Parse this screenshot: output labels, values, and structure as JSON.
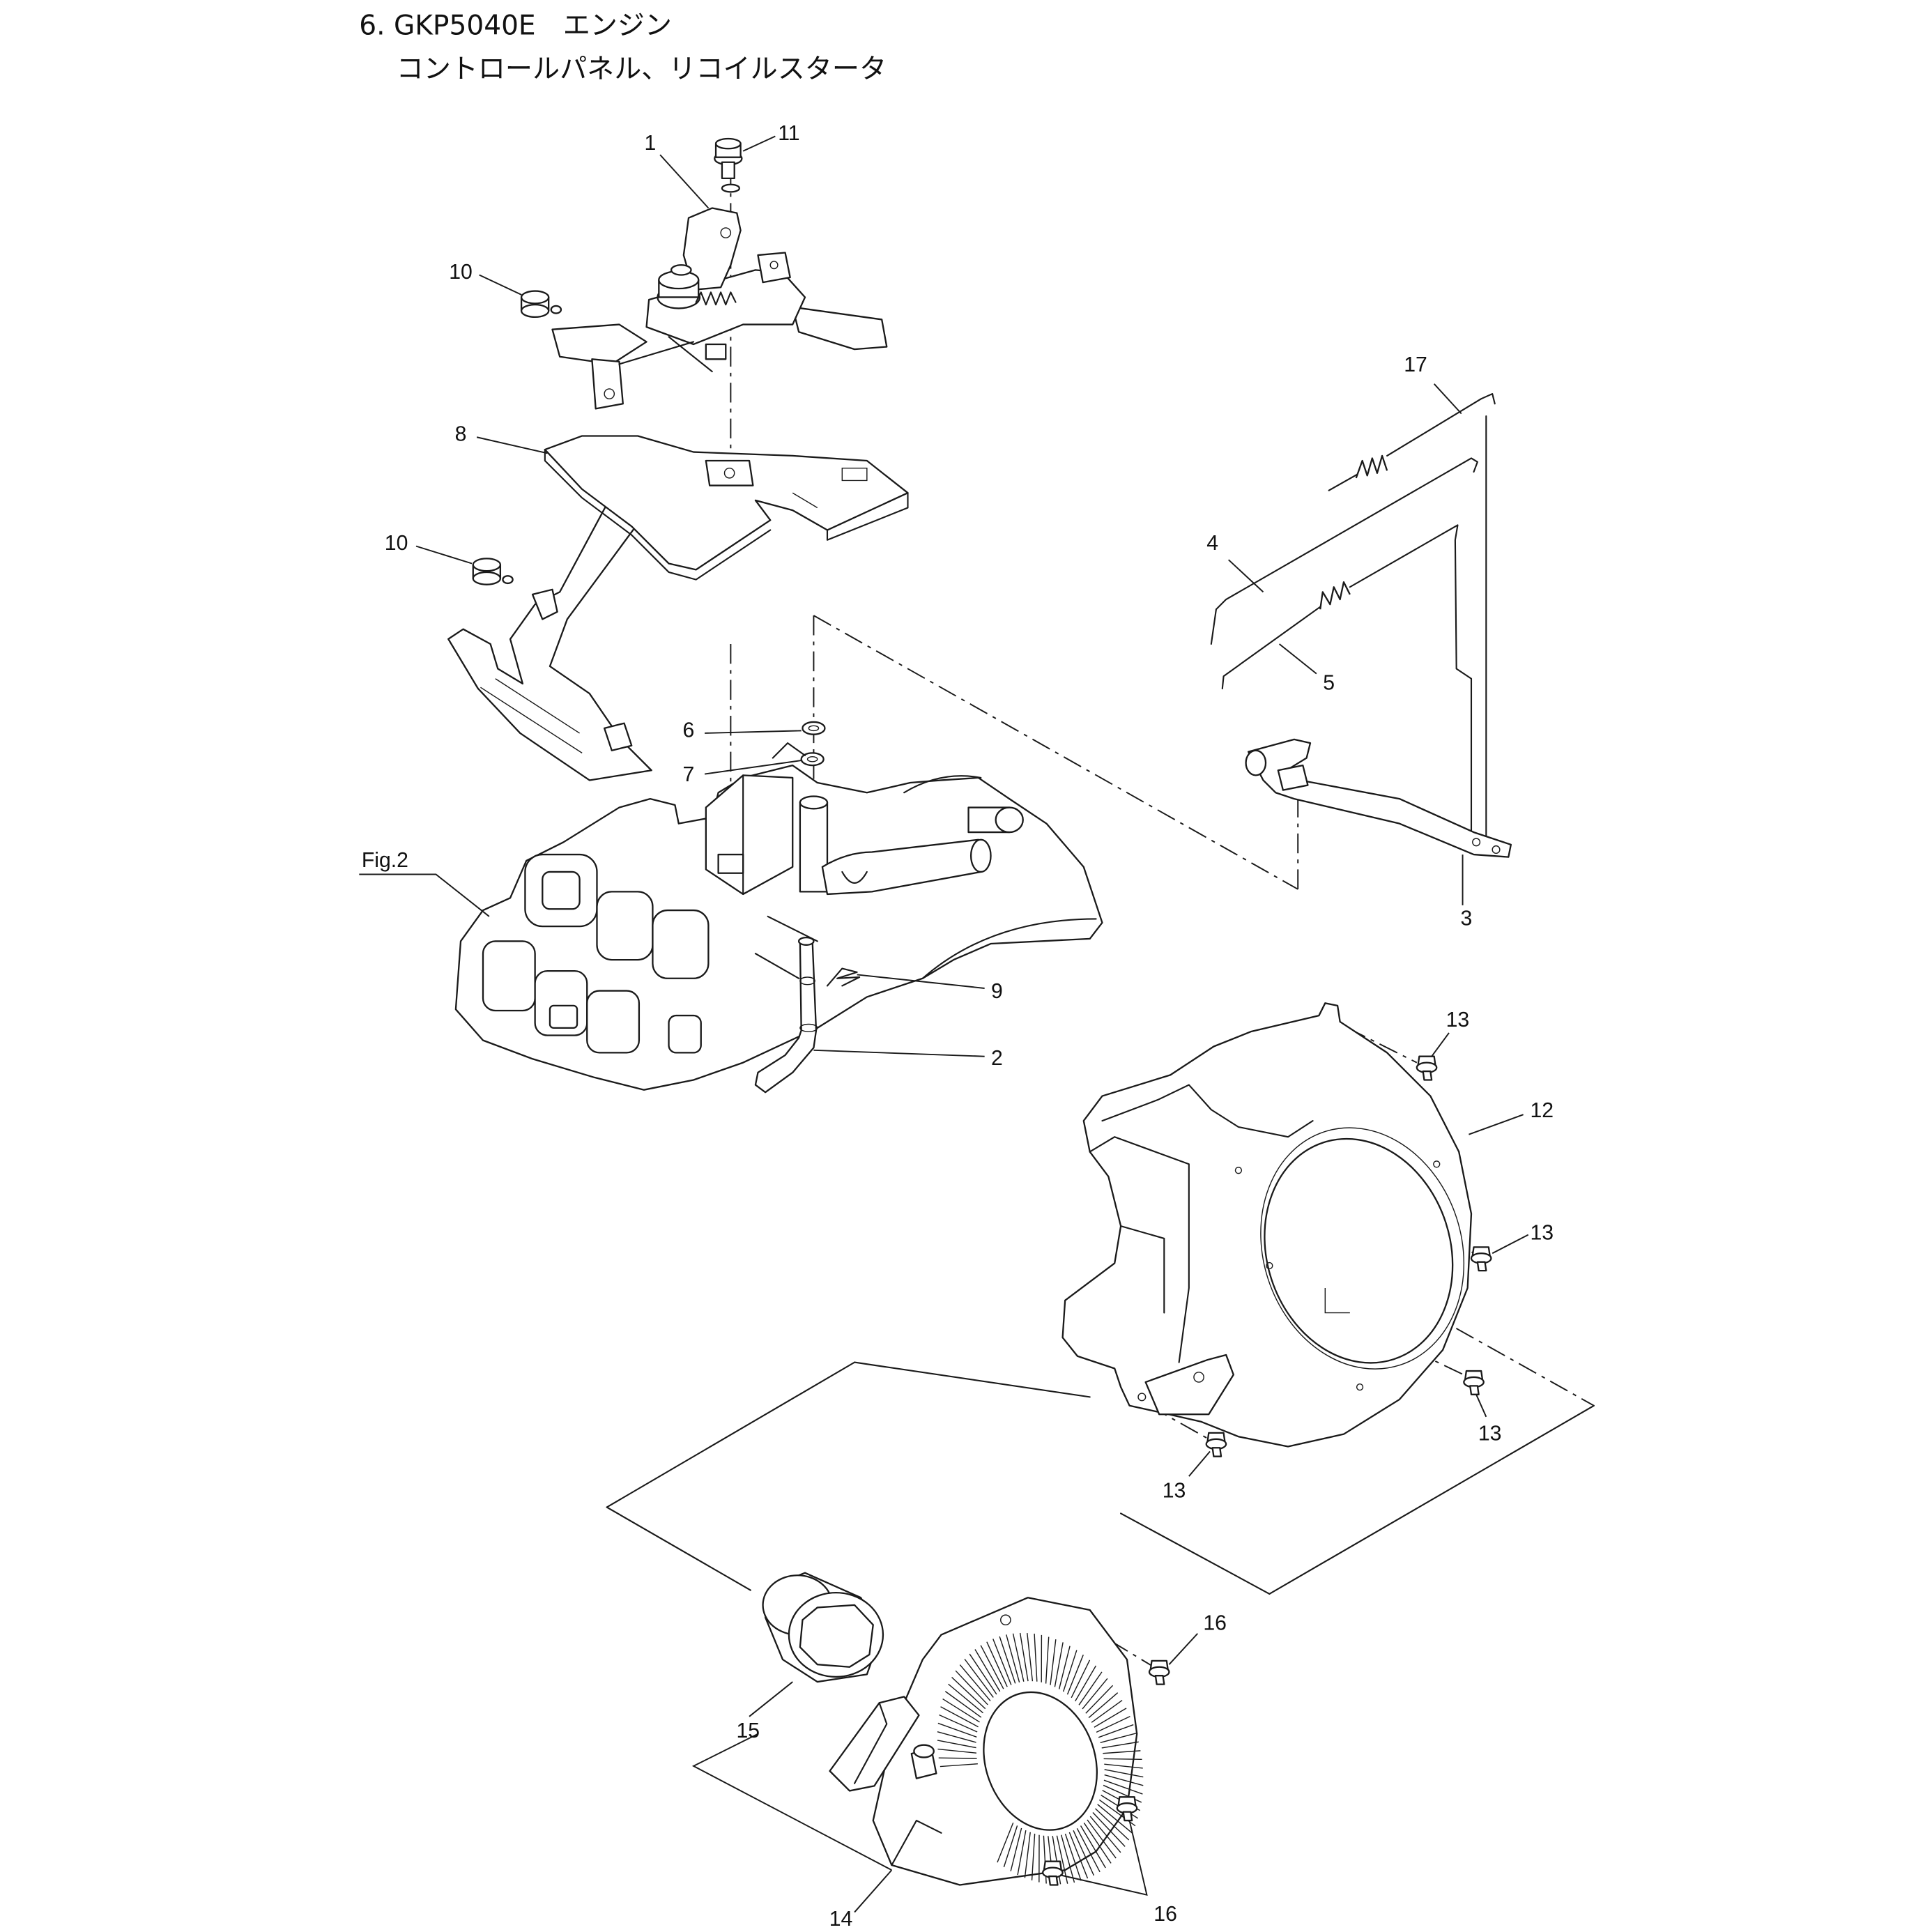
{
  "title": {
    "line1": "6. GKP5040E　エンジン",
    "line2": "コントロールパネル、リコイルスタータ"
  },
  "figure_ref": "Fig.2",
  "callouts": [
    "1",
    "11",
    "10",
    "8",
    "10",
    "17",
    "4",
    "5",
    "6",
    "7",
    "3",
    "9",
    "2",
    "13",
    "12",
    "13",
    "13",
    "13",
    "16",
    "15",
    "14",
    "16"
  ],
  "colors": {
    "line": "#1a1a1a",
    "background": "#ffffff"
  }
}
